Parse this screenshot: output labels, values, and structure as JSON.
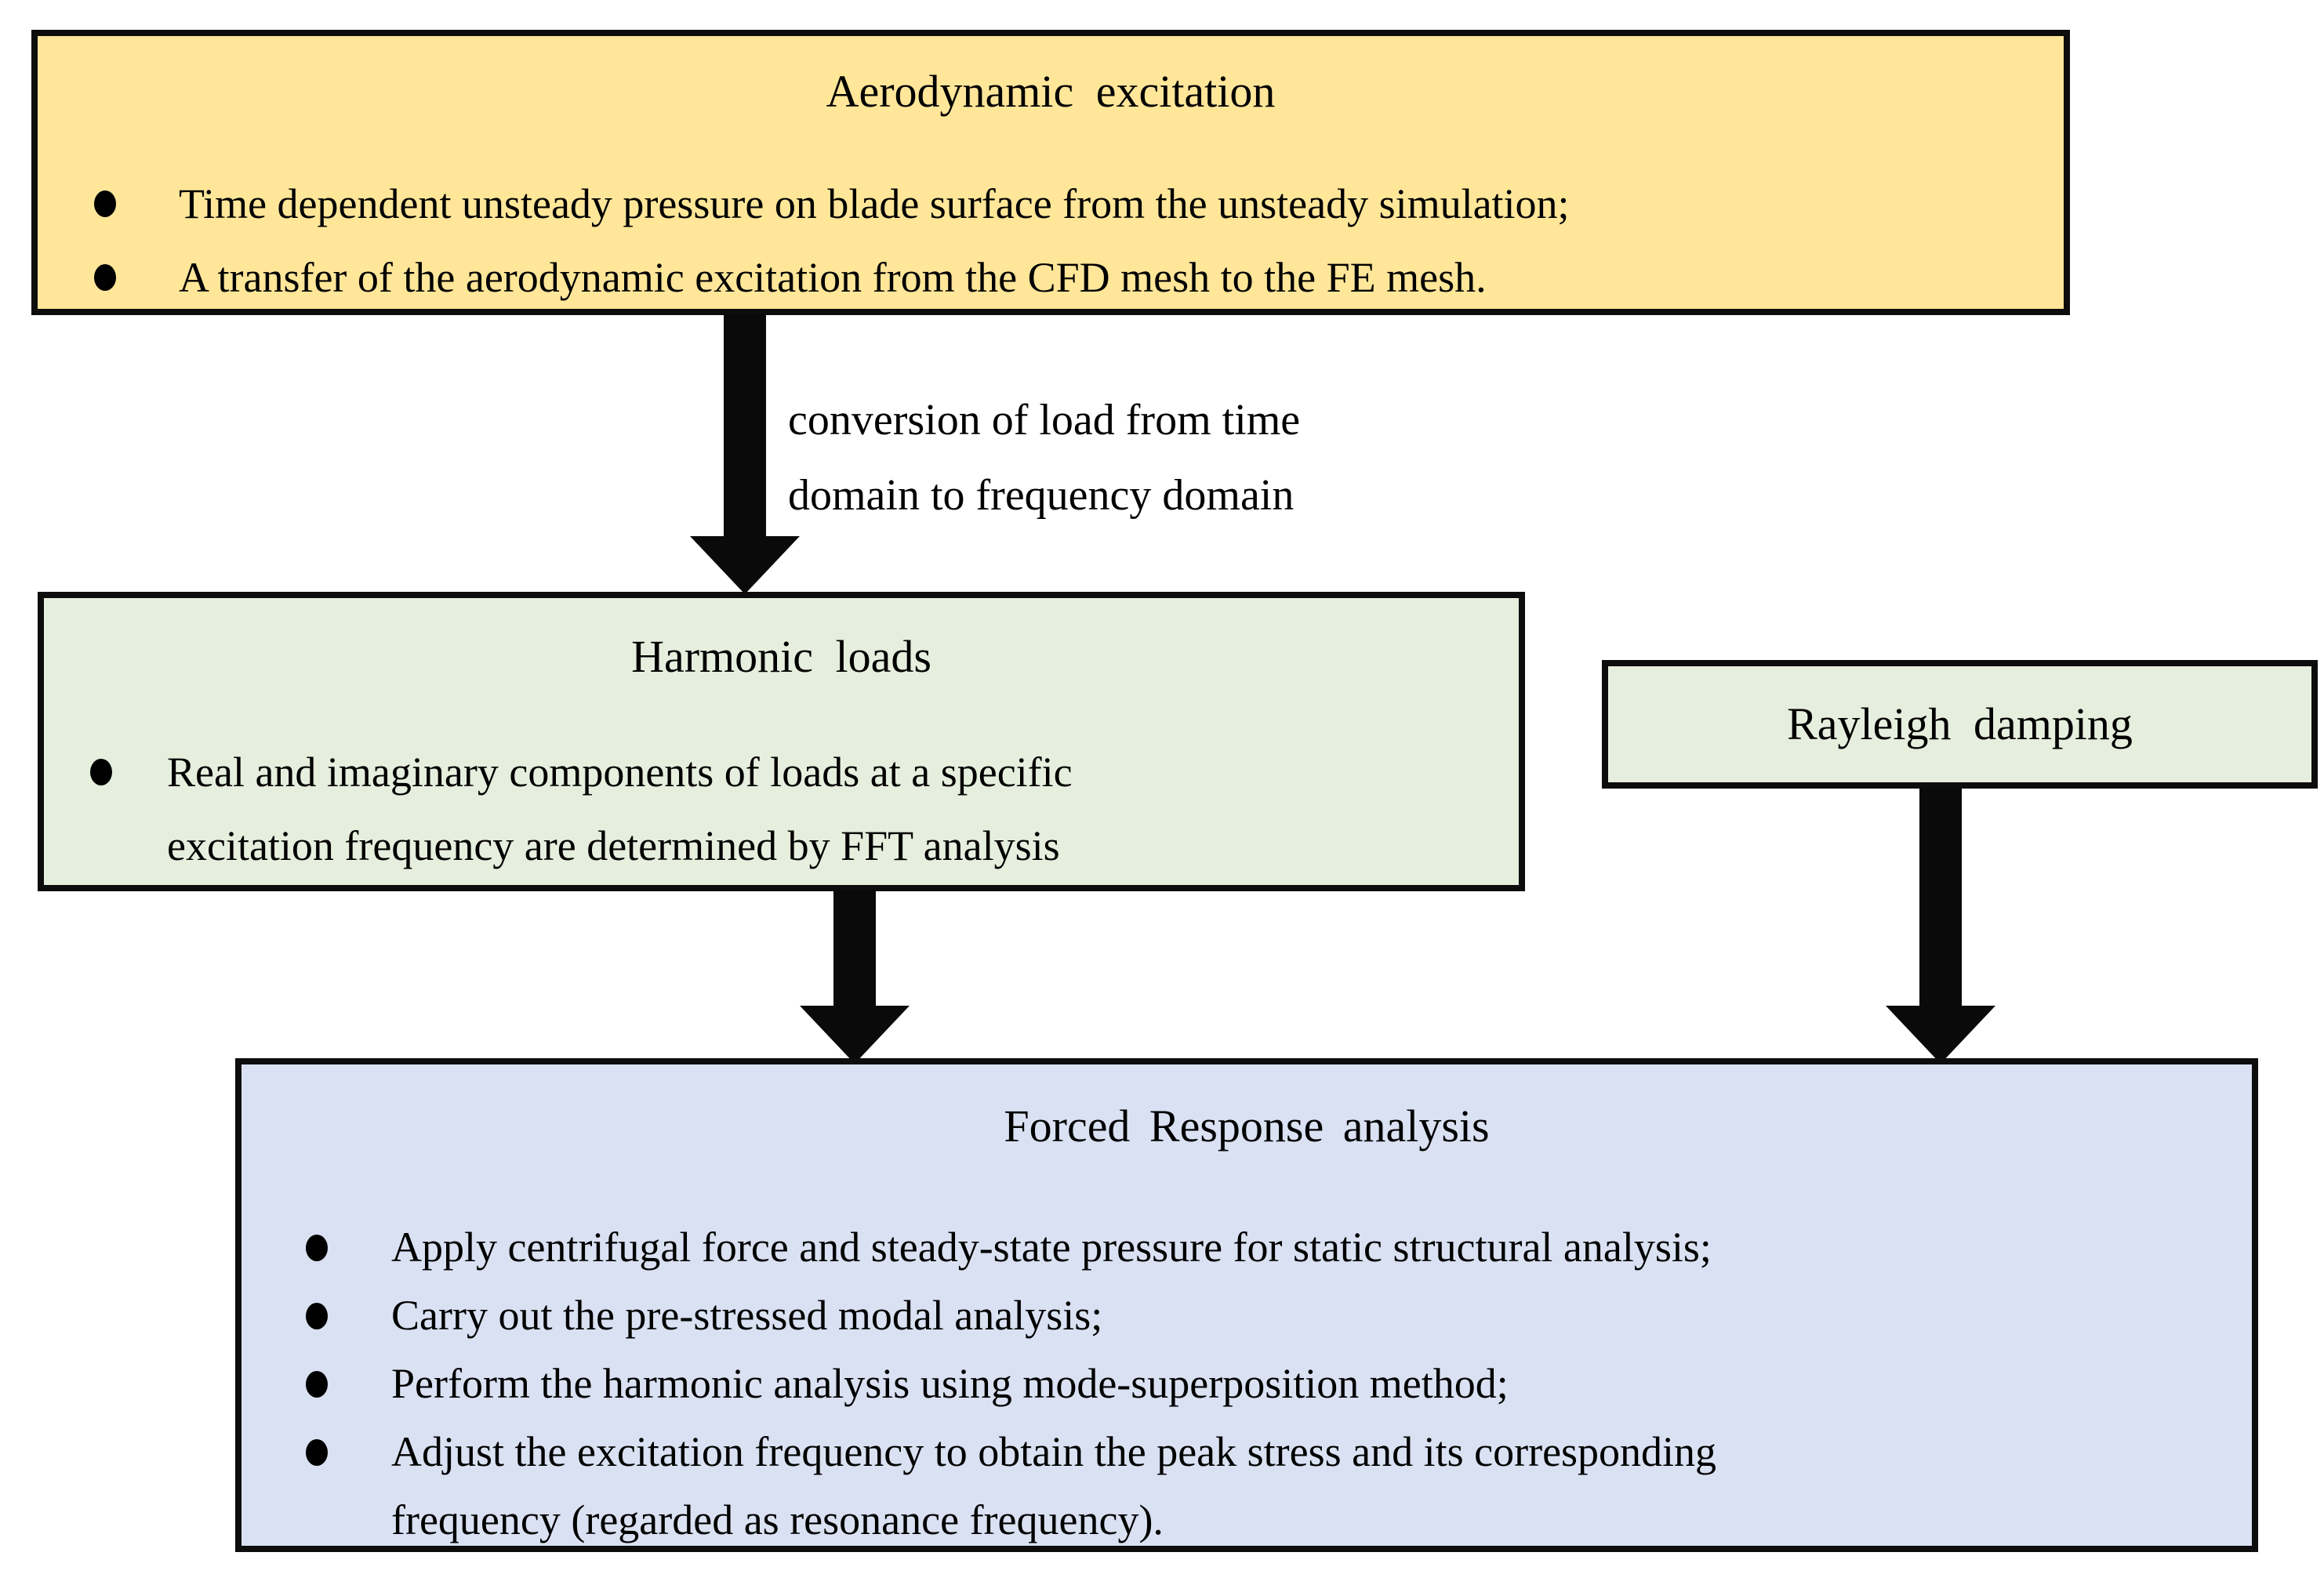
{
  "colors": {
    "yellow_fill": "#FFE699",
    "green_fill": "#E6EEDD",
    "blue_fill": "#D9E1F2",
    "border": "#0D0D0D",
    "arrow": "#0A0A0A",
    "text": "#000000"
  },
  "aero_box": {
    "title": "Aerodynamic excitation",
    "bullets": [
      {
        "lines": [
          "Time dependent unsteady pressure on blade surface from the unsteady simulation;"
        ]
      },
      {
        "lines": [
          "A transfer of the aerodynamic excitation from the CFD mesh to the FE mesh."
        ]
      }
    ]
  },
  "conversion_label": {
    "lines": [
      "conversion of load from time",
      "domain to frequency domain"
    ]
  },
  "harmonic_box": {
    "title": "Harmonic loads",
    "bullets": [
      {
        "lines": [
          "Real and imaginary components of loads at a specific",
          "excitation frequency are determined by FFT analysis"
        ]
      }
    ]
  },
  "rayleigh_box": {
    "title": "Rayleigh damping"
  },
  "forced_box": {
    "title": "Forced Response analysis",
    "bullets": [
      {
        "lines": [
          "Apply centrifugal force and steady-state pressure for static structural analysis;"
        ]
      },
      {
        "lines": [
          "Carry out the pre-stressed modal analysis;"
        ]
      },
      {
        "lines": [
          "Perform the harmonic analysis using mode-superposition method;"
        ]
      },
      {
        "lines": [
          "Adjust the excitation frequency to obtain the peak stress and its corresponding",
          "frequency (regarded as resonance frequency)."
        ]
      }
    ]
  }
}
